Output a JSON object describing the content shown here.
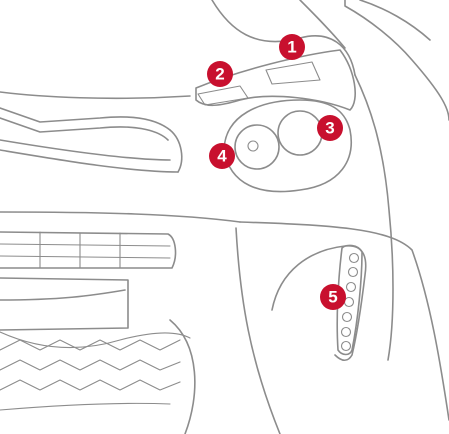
{
  "colors": {
    "line": "#8c8c8c",
    "badge": "#c8102e",
    "badge_text": "#ffffff",
    "background": "#ffffff"
  },
  "callouts": [
    {
      "label": "1",
      "part": "upper-lamp-strip"
    },
    {
      "label": "2",
      "part": "lower-lamp-strip"
    },
    {
      "label": "3",
      "part": "round-headlamp-large"
    },
    {
      "label": "4",
      "part": "round-headlamp-small"
    },
    {
      "label": "5",
      "part": "daytime-running-lights"
    }
  ]
}
